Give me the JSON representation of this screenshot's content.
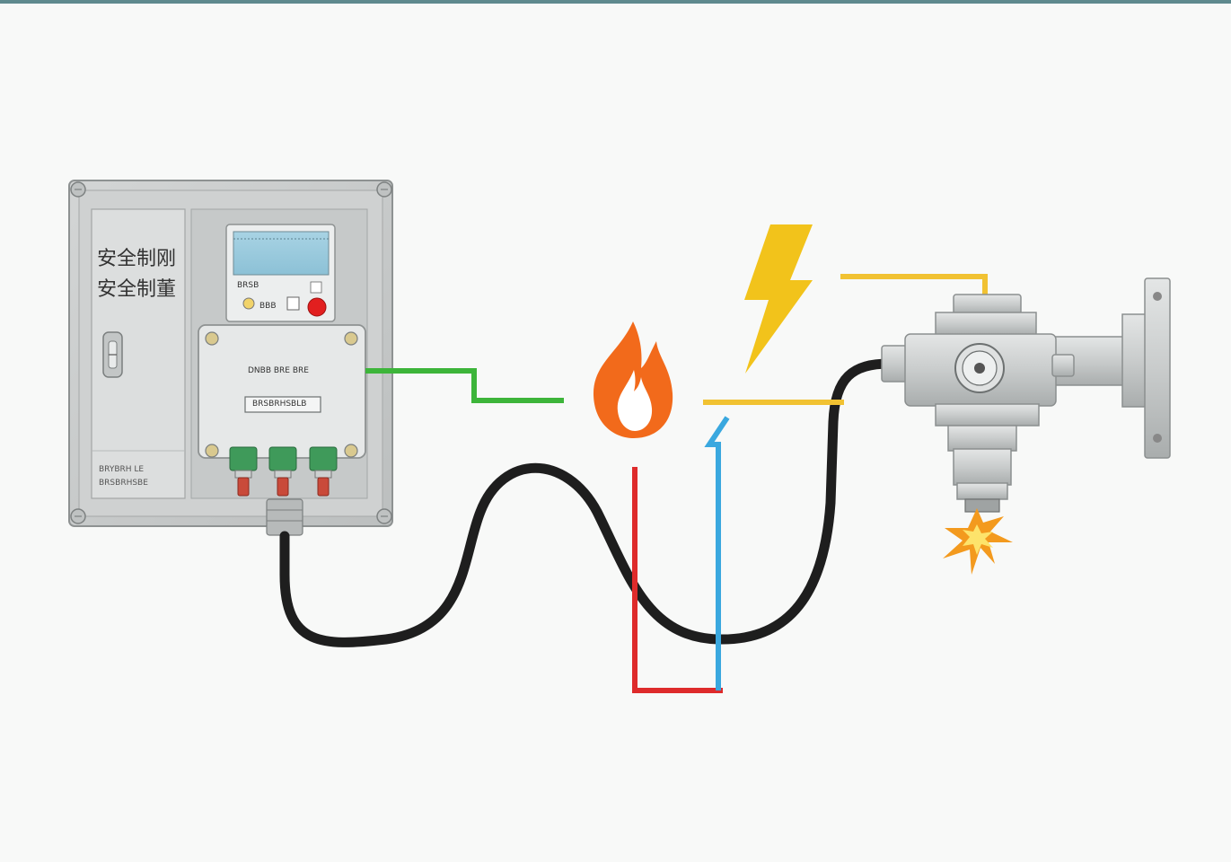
{
  "panel": {
    "title_line1": "安全制刚",
    "title_line2": "安全制董",
    "footer_line1": "BRYBRH  LE",
    "footer_line2": "BRSBRHSBE"
  },
  "display": {
    "row1": "BRSB",
    "row2": "BBB"
  },
  "junction_box": {
    "label": "DNBB BRE BRE",
    "nameplate": "BRSBRHSBLB"
  },
  "colors": {
    "green_wire": "#3db53a",
    "yellow_wire": "#f1c232",
    "red_wire": "#de2b2b",
    "blue_wire": "#3aa8df",
    "cable": "#1e1e1e",
    "flame": "#f26a1b",
    "lightning": "#f2c31b",
    "panel_body": "#c7c9c9",
    "topbar": "#5f8a8e"
  },
  "icons": [
    "fire-icon",
    "lightning-icon",
    "spark-icon"
  ]
}
